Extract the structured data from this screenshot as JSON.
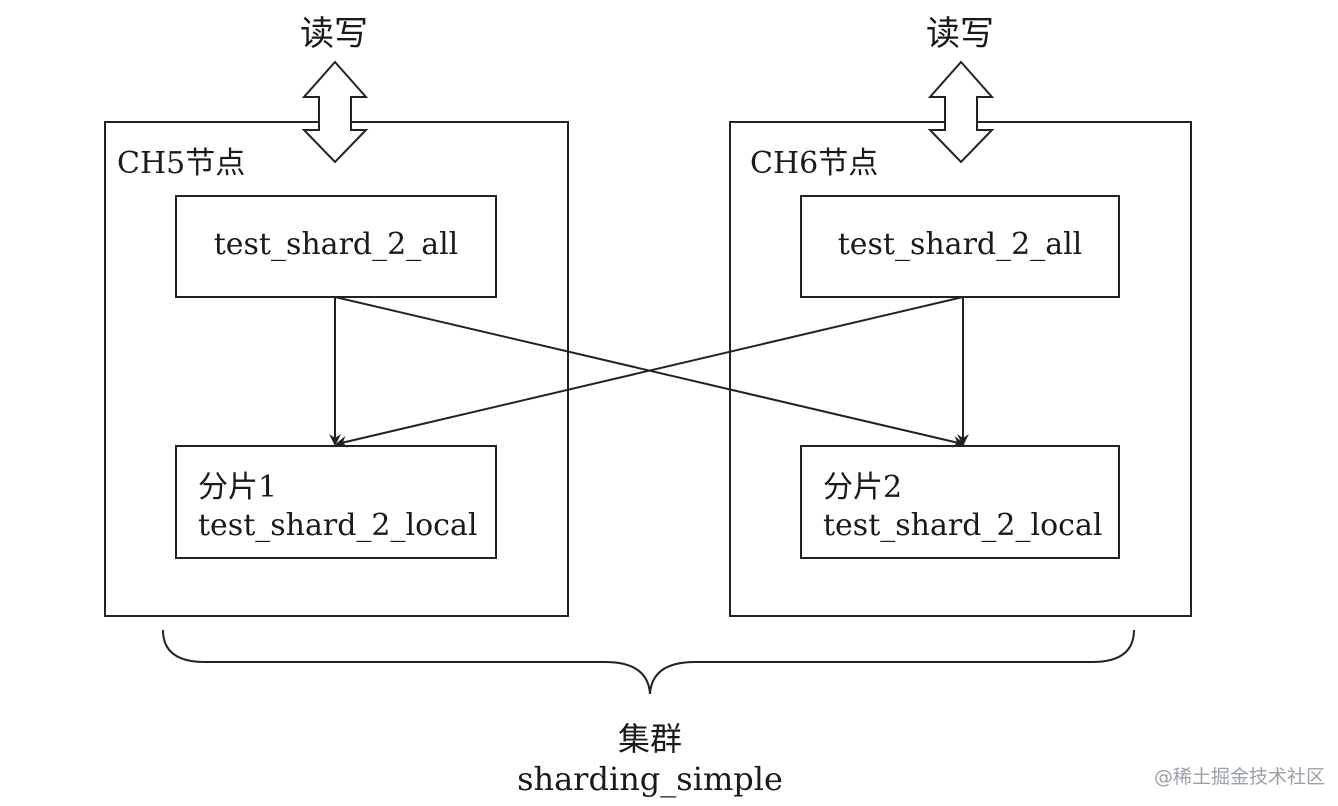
{
  "diagram": {
    "read_write_left": "读写",
    "read_write_right": "读写",
    "node_left": {
      "label": "CH5节点",
      "distributed_table": "test_shard_2_all",
      "shard_label": "分片1",
      "local_table": "test_shard_2_local"
    },
    "node_right": {
      "label": "CH6节点",
      "distributed_table": "test_shard_2_all",
      "shard_label": "分片2",
      "local_table": "test_shard_2_local"
    },
    "cluster_label": "集群",
    "cluster_name": "sharding_simple"
  },
  "watermark": "@稀土掘金技术社区",
  "colors": {
    "stroke": "#222222",
    "text": "#1a1a1a",
    "watermark": "#9aa0a6"
  }
}
